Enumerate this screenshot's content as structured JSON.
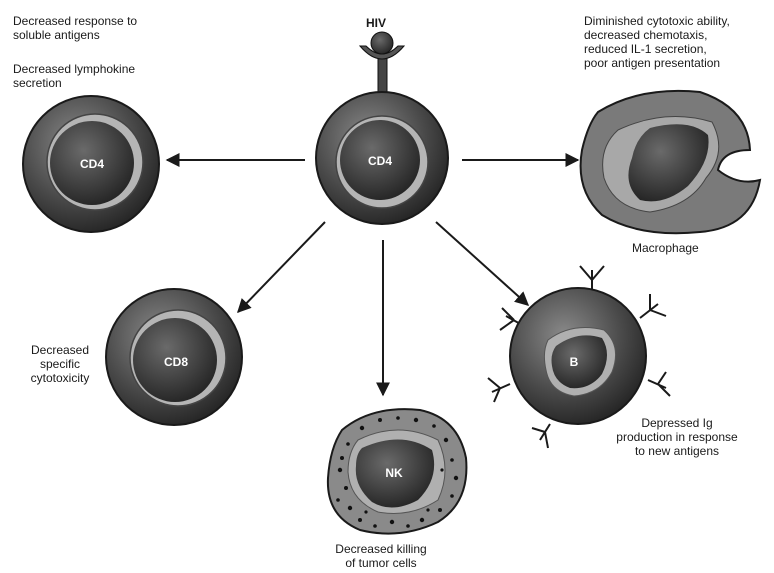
{
  "hiv_label": "HIV",
  "cells": {
    "center": "CD4",
    "cd4": "CD4",
    "cd8": "CD8",
    "nk": "NK",
    "b": "B",
    "macrophage": "Macrophage"
  },
  "captions": {
    "cd4_lines_1": [
      "Decreased response to",
      "soluble antigens"
    ],
    "cd4_lines_2": [
      "Decreased lymphokine",
      "secretion"
    ],
    "macrophage_lines": [
      "Diminished cytotoxic ability,",
      "decreased chemotaxis,",
      "reduced IL-1 secretion,",
      "poor antigen presentation"
    ],
    "cd8_lines": [
      "Decreased",
      "specific",
      "cytotoxicity"
    ],
    "nk_lines": [
      "Decreased killing",
      "of tumor cells"
    ],
    "b_lines": [
      "Depressed Ig",
      "production in response",
      "to new antigens"
    ]
  },
  "colors": {
    "cell_dark": "#3a3a3a",
    "cell_mid": "#6e6e6e",
    "cell_light": "#9a9a9a",
    "arrow": "#1a1a1a"
  }
}
